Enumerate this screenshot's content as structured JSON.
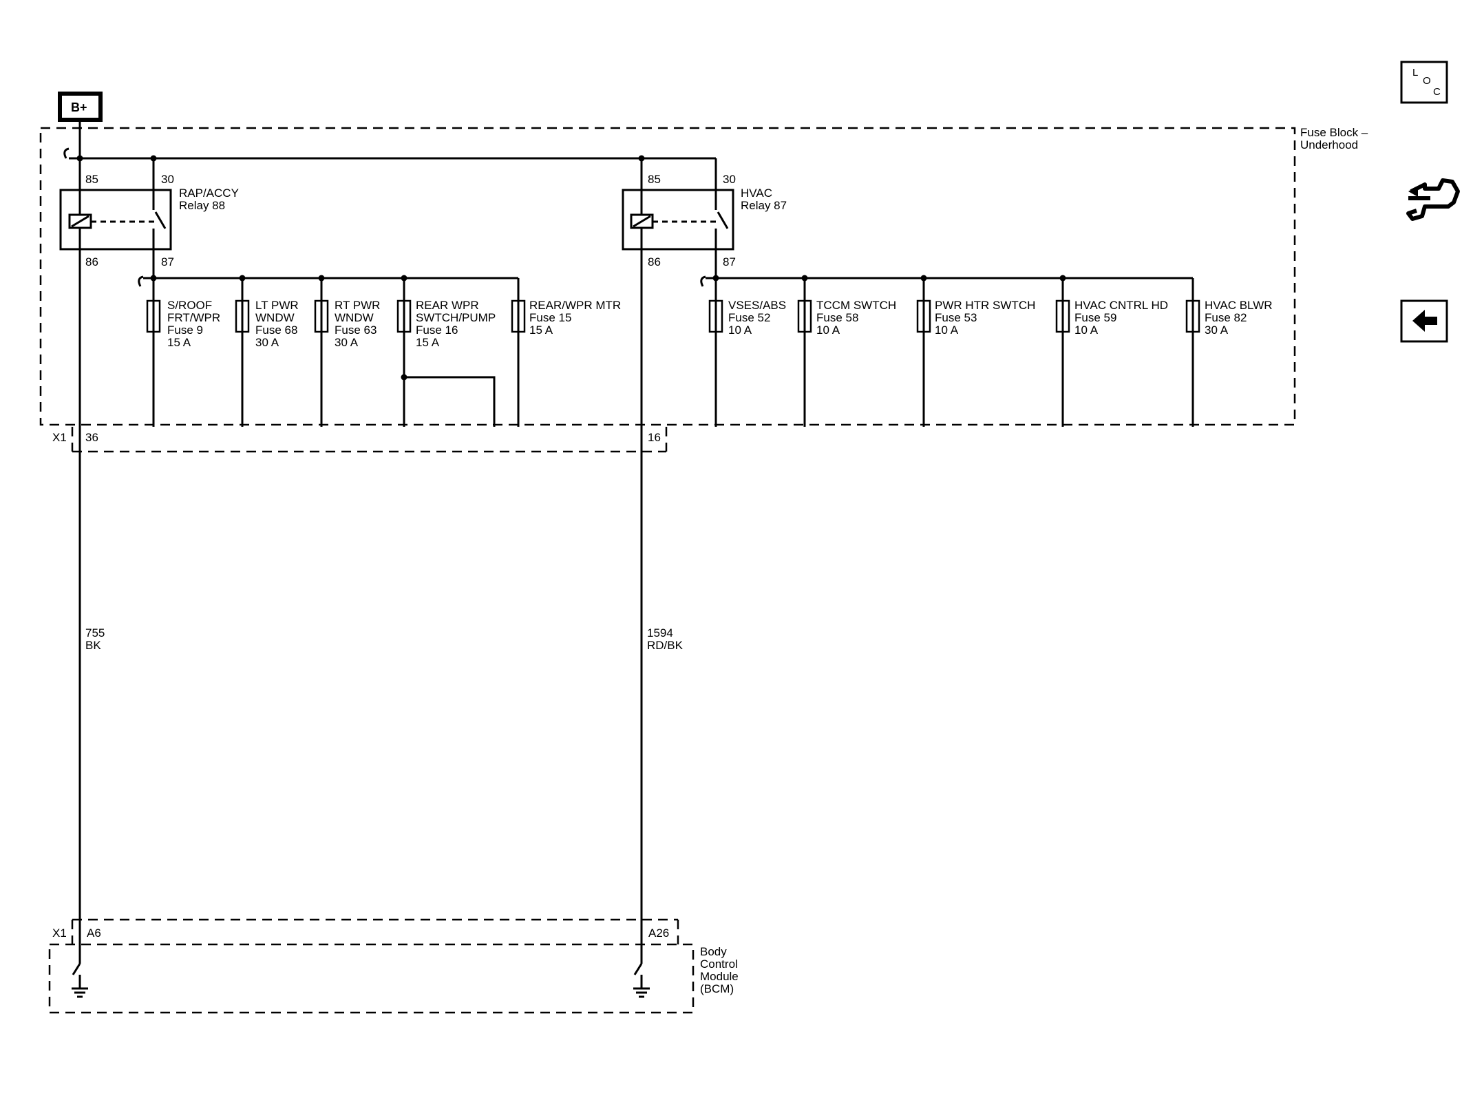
{
  "power_source": {
    "label": "B+"
  },
  "fuse_block": {
    "label_line1": "Fuse Block –",
    "label_line2": "Underhood"
  },
  "relays": [
    {
      "id": "rap",
      "name_line1": "RAP/ACCY",
      "name_line2": "Relay 88",
      "pins": {
        "p85": "85",
        "p30": "30",
        "p86": "86",
        "p87": "87"
      }
    },
    {
      "id": "hvac",
      "name_line1": "HVAC",
      "name_line2": "Relay 87",
      "pins": {
        "p85": "85",
        "p30": "30",
        "p86": "86",
        "p87": "87"
      }
    }
  ],
  "fuses": [
    {
      "lines": [
        "S/ROOF",
        "FRT/WPR",
        "Fuse 9",
        "15 A"
      ]
    },
    {
      "lines": [
        "LT PWR",
        "WNDW",
        "Fuse 68",
        "30 A"
      ]
    },
    {
      "lines": [
        "RT PWR",
        "WNDW",
        "Fuse 63",
        "30 A"
      ]
    },
    {
      "lines": [
        "REAR WPR",
        "SWTCH/PUMP",
        "Fuse 16",
        "15 A"
      ]
    },
    {
      "lines": [
        "REAR/WPR MTR",
        "Fuse 15",
        "15 A"
      ]
    },
    {
      "lines": [
        "VSES/ABS",
        "Fuse 52",
        "10 A"
      ]
    },
    {
      "lines": [
        "TCCM SWTCH",
        "Fuse 58",
        "10 A"
      ]
    },
    {
      "lines": [
        "PWR HTR SWTCH",
        "Fuse 53",
        "10 A"
      ]
    },
    {
      "lines": [
        "HVAC CNTRL HD",
        "Fuse 59",
        "10 A"
      ]
    },
    {
      "lines": [
        "HVAC BLWR",
        "Fuse 82",
        "30 A"
      ]
    }
  ],
  "connectors": {
    "upper": {
      "name": "X1",
      "pin_left": "36",
      "pin_right": "16"
    },
    "lower": {
      "name": "X1",
      "pin_left": "A6",
      "pin_right": "A26"
    }
  },
  "wires": [
    {
      "circuit": "755",
      "color": "BK"
    },
    {
      "circuit": "1594",
      "color": "RD/BK"
    }
  ],
  "bcm": {
    "line1": "Body",
    "line2": "Control",
    "line3": "Module",
    "line4": "(BCM)"
  },
  "nav": {
    "loc_letter1": "L",
    "loc_letter2": "O",
    "loc_letter3": "C"
  }
}
